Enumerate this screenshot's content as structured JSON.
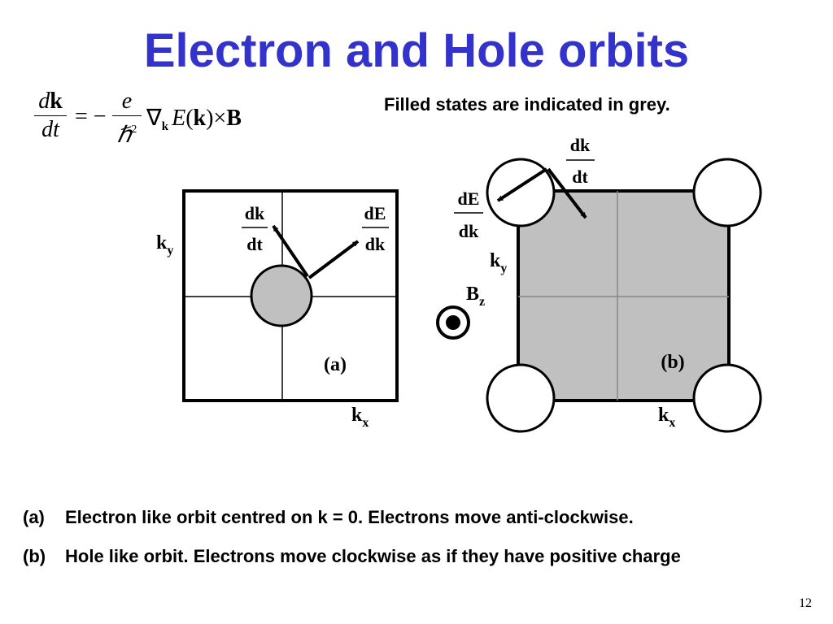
{
  "slide": {
    "title": "Electron and Hole orbits",
    "page_number": "12"
  },
  "equation": {
    "lhs_num_d": "d",
    "lhs_num_k": "k",
    "lhs_den": "dt",
    "equals_minus": "= −",
    "rhs_num": "e",
    "rhs_den": "ℏ",
    "rhs_den_exp": "2",
    "nabla": "∇",
    "nabla_sub": "k",
    "energy": "E",
    "paren_open": "(",
    "k": "k",
    "paren_close": ")",
    "times": "×",
    "B": "B"
  },
  "note": "Filled states are indicated in grey.",
  "diagram_a": {
    "label": "(a)",
    "ky": "k",
    "ky_sub": "y",
    "kx": "k",
    "kx_sub": "x",
    "dkdt_num": "dk",
    "dkdt_den": "dt",
    "dEdk_num": "dE",
    "dEdk_den": "dk"
  },
  "diagram_b": {
    "label": "(b)",
    "ky": "k",
    "ky_sub": "y",
    "kx": "k",
    "kx_sub": "x",
    "dkdt_num": "dk",
    "dkdt_den": "dt",
    "dEdk_num": "dE",
    "dEdk_den": "dk",
    "bz": "B",
    "bz_sub": "z"
  },
  "colors": {
    "title": "#3333cc",
    "filled_grey": "#c0c0c0",
    "ink": "#000000"
  },
  "captions": [
    {
      "marker": "(a)",
      "text": "Electron like orbit centred on k = 0. Electrons move anti-clockwise."
    },
    {
      "marker": "(b)",
      "text": "Hole like orbit. Electrons move clockwise as if they have positive charge"
    }
  ]
}
